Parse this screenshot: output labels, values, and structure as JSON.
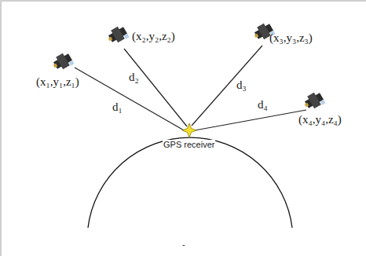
{
  "diagram": {
    "labels": [
      "(x₂,y₂,z₂)",
      "(x₃,y₃,z₃)",
      "d₂",
      "d₃",
      "d₁",
      "(x₁,y₁,z₁)",
      "GPS receiver",
      "d₄",
      "(x₄,y₄,z₄)",
      "-"
    ]
  }
}
